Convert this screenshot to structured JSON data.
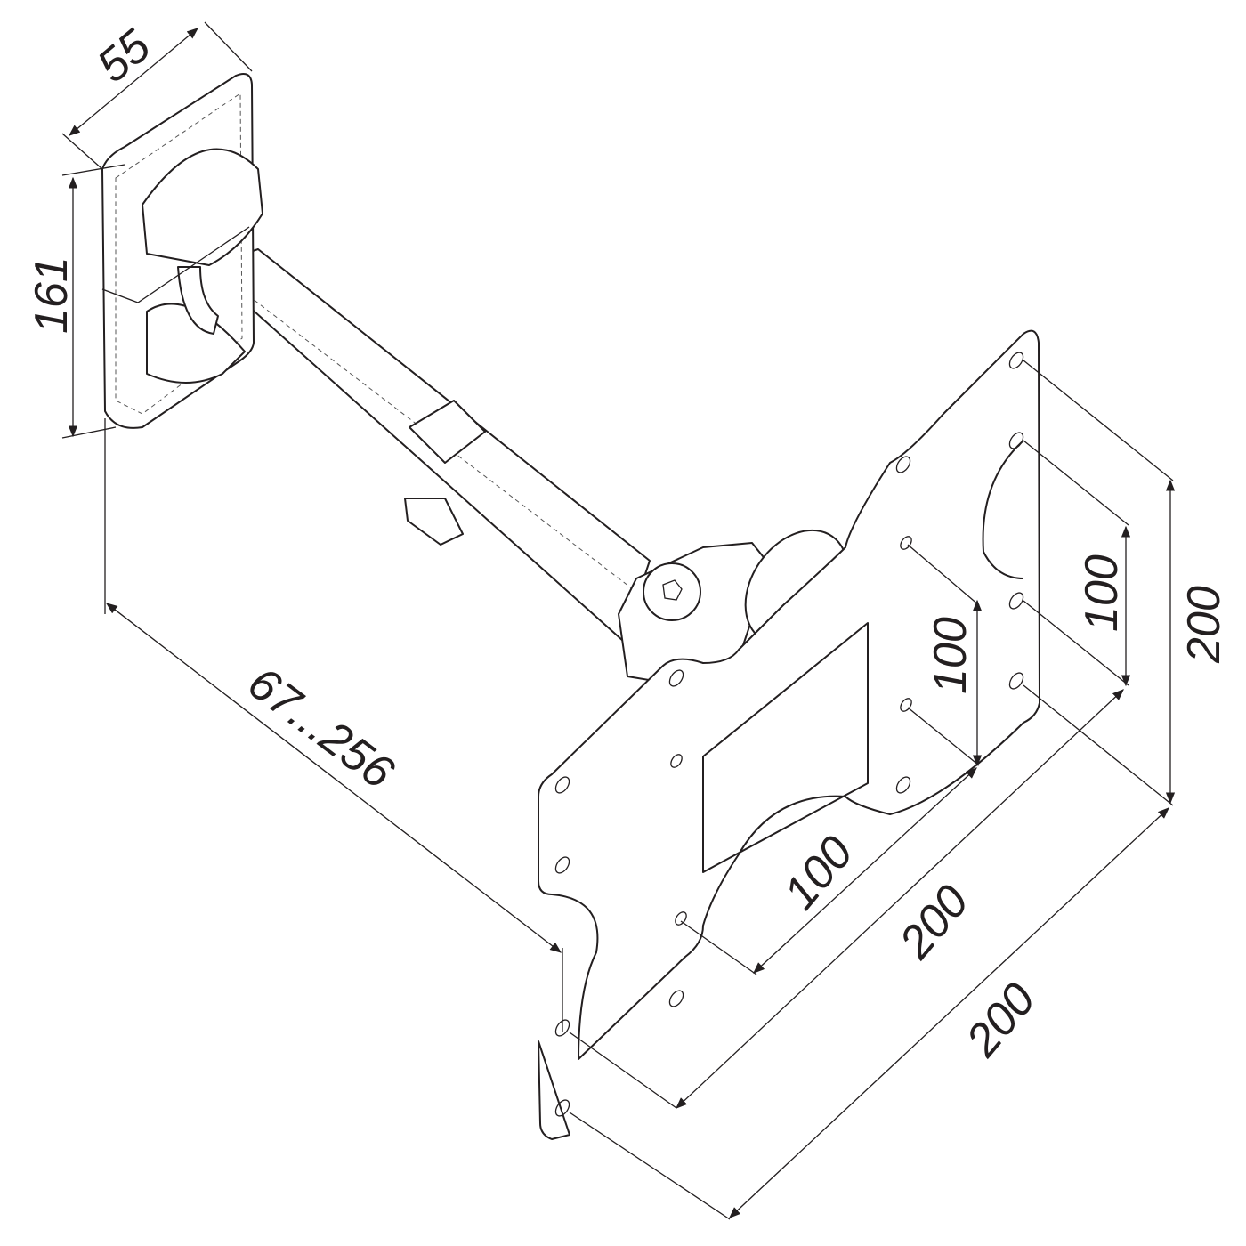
{
  "dimensions": {
    "wall_plate_width": "55",
    "wall_plate_height": "161",
    "arm_extension": "67...256",
    "vesa_inner_h": "100",
    "vesa_inner_v": "100",
    "vesa_mid_h": "200",
    "vesa_right_v": "100",
    "vesa_outer_h": "200",
    "vesa_outer_v": "200"
  }
}
